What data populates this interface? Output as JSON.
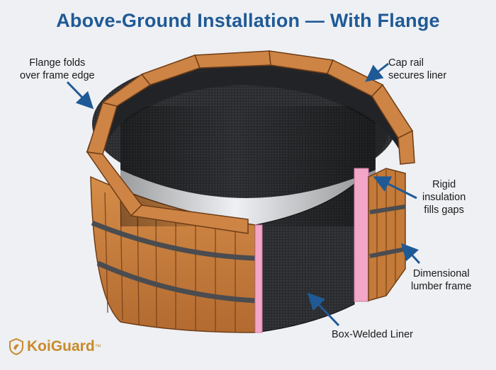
{
  "title": "Above-Ground Installation — With Flange",
  "labels": {
    "flange": [
      "Flange folds",
      "over frame edge"
    ],
    "cap_rail": [
      "Cap rail",
      "secures liner"
    ],
    "insulation": [
      "Rigid",
      "insulation",
      "fills gaps"
    ],
    "lumber": [
      "Dimensional",
      "lumber frame"
    ],
    "liner": [
      "Box-Welded Liner"
    ]
  },
  "logo": {
    "text": "KoiGuard",
    "tm": "™"
  },
  "colors": {
    "title": "#1f5a96",
    "arrow": "#1f5a96",
    "wood": "#c9803f",
    "wood_dark": "#8a4f22",
    "liner": "#2a2b2e",
    "insulation": "#f2a6c8",
    "logo": "#c98a2b"
  }
}
